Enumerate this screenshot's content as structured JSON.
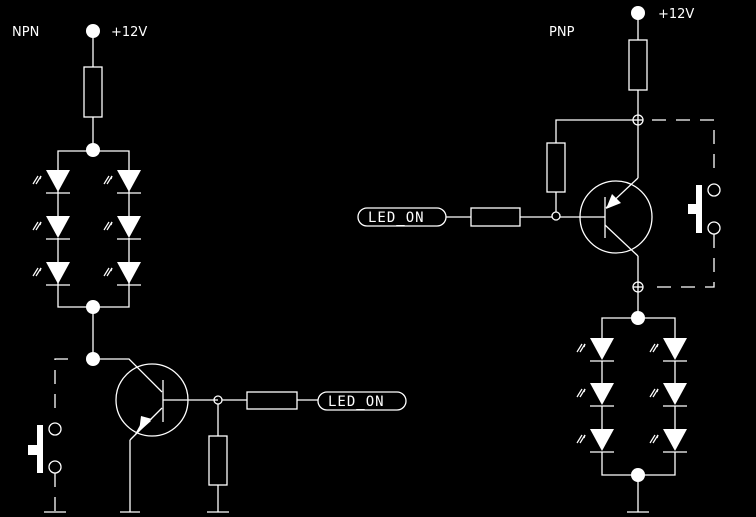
{
  "diagram": {
    "title": "LED driver circuits",
    "npn": {
      "label": "NPN",
      "supply_label": "+12V",
      "net_flag": "LED_ON",
      "led_columns": 2,
      "leds_per_column": 3
    },
    "pnp": {
      "label": "PNP",
      "supply_label": "+12V",
      "net_flag": "LED_ON",
      "led_columns": 2,
      "leds_per_column": 3
    },
    "colors": {
      "background": "#000000",
      "stroke": "#ffffff"
    }
  }
}
